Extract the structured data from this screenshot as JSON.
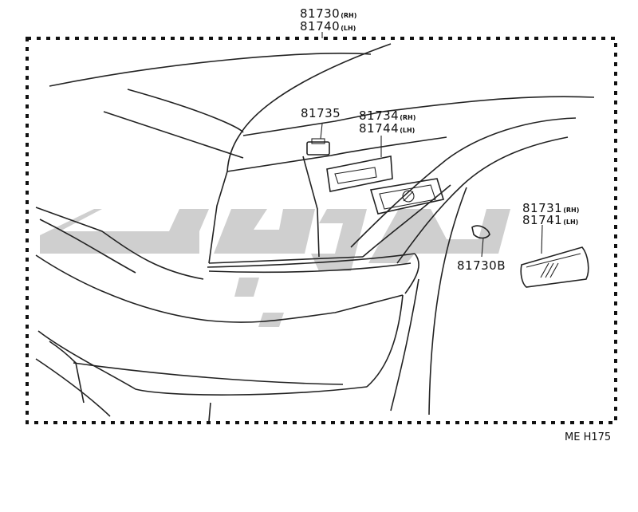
{
  "callouts": {
    "assembly": {
      "num_rh": "81730",
      "sfx_rh": "(RH)",
      "num_lh": "81740",
      "sfx_lh": "(LH)"
    },
    "socket": {
      "num": "81735"
    },
    "lens": {
      "num_rh": "81734",
      "sfx_rh": "(RH)",
      "num_lh": "81744",
      "sfx_lh": "(LH)"
    },
    "side_marker": {
      "num_rh": "81731",
      "sfx_rh": "(RH)",
      "num_lh": "81741",
      "sfx_lh": "(LH)"
    },
    "bulb": {
      "num": "81730B"
    }
  },
  "diagram_code": "ME H175",
  "colors": {
    "line": "#222222",
    "watermark": "#c8c8c8"
  }
}
